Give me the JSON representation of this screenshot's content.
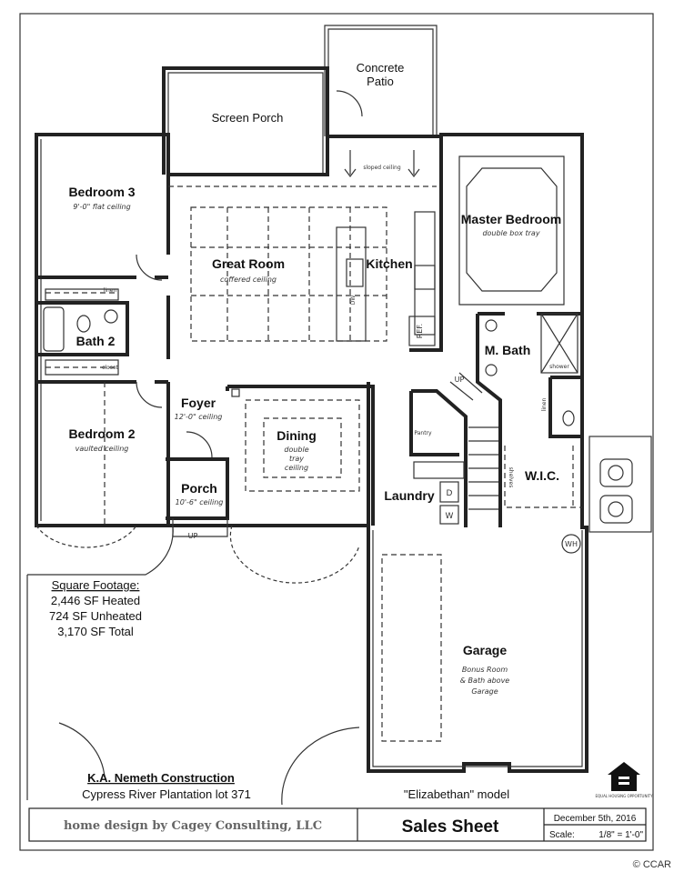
{
  "rooms": {
    "concrete_patio": [
      "Concrete",
      "Patio"
    ],
    "screen_porch": "Screen Porch",
    "bedroom3": {
      "name": "Bedroom 3",
      "note": "9'-0\" flat ceiling"
    },
    "great_room": {
      "name": "Great Room",
      "note": "coffered ceiling"
    },
    "sloped_ceiling": "sloped ceiling",
    "kitchen": "Kitchen",
    "master_bedroom": {
      "name": "Master Bedroom",
      "note": "double box tray"
    },
    "bath2": "Bath 2",
    "m_bath": "M. Bath",
    "bedroom2": {
      "name": "Bedroom 2",
      "note": "vaulted ceiling"
    },
    "foyer": {
      "name": "Foyer",
      "note": "12'-0\" ceiling"
    },
    "dining": {
      "name": "Dining",
      "note": [
        "double",
        "tray",
        "ceiling"
      ]
    },
    "porch": {
      "name": "Porch",
      "note": "10'-6\" ceiling"
    },
    "laundry": "Laundry",
    "wic": "W.I.C.",
    "garage": {
      "name": "Garage",
      "note": [
        "Bonus Room",
        "& Bath above",
        "Garage"
      ]
    }
  },
  "fixtures": {
    "ref": "REF.",
    "dw": "DW",
    "up1": "UP",
    "up2": "UP",
    "pantry": "Pantry",
    "shower": "shower",
    "linen": "linen",
    "closet": "closet",
    "shelves": "shelves",
    "wh": "WH",
    "d": "D",
    "w": "W"
  },
  "square_footage": {
    "title": "Square Footage:",
    "lines": [
      "2,446 SF Heated",
      "724 SF Unheated",
      "3,170 SF Total"
    ]
  },
  "builder": {
    "name": "K.A. Nemeth Construction",
    "lot": "Cypress River Plantation lot 371"
  },
  "model": "\"Elizabethan\" model",
  "equal_housing": "EQUAL HOUSING OPPORTUNITY",
  "title_block": {
    "designer": "home design by Cagey Consulting, LLC",
    "sheet": "Sales Sheet",
    "date": "December 5th, 2016",
    "scale_label": "Scale:",
    "scale_value": "1/8\" = 1'-0\""
  },
  "copyright": "© CCAR"
}
